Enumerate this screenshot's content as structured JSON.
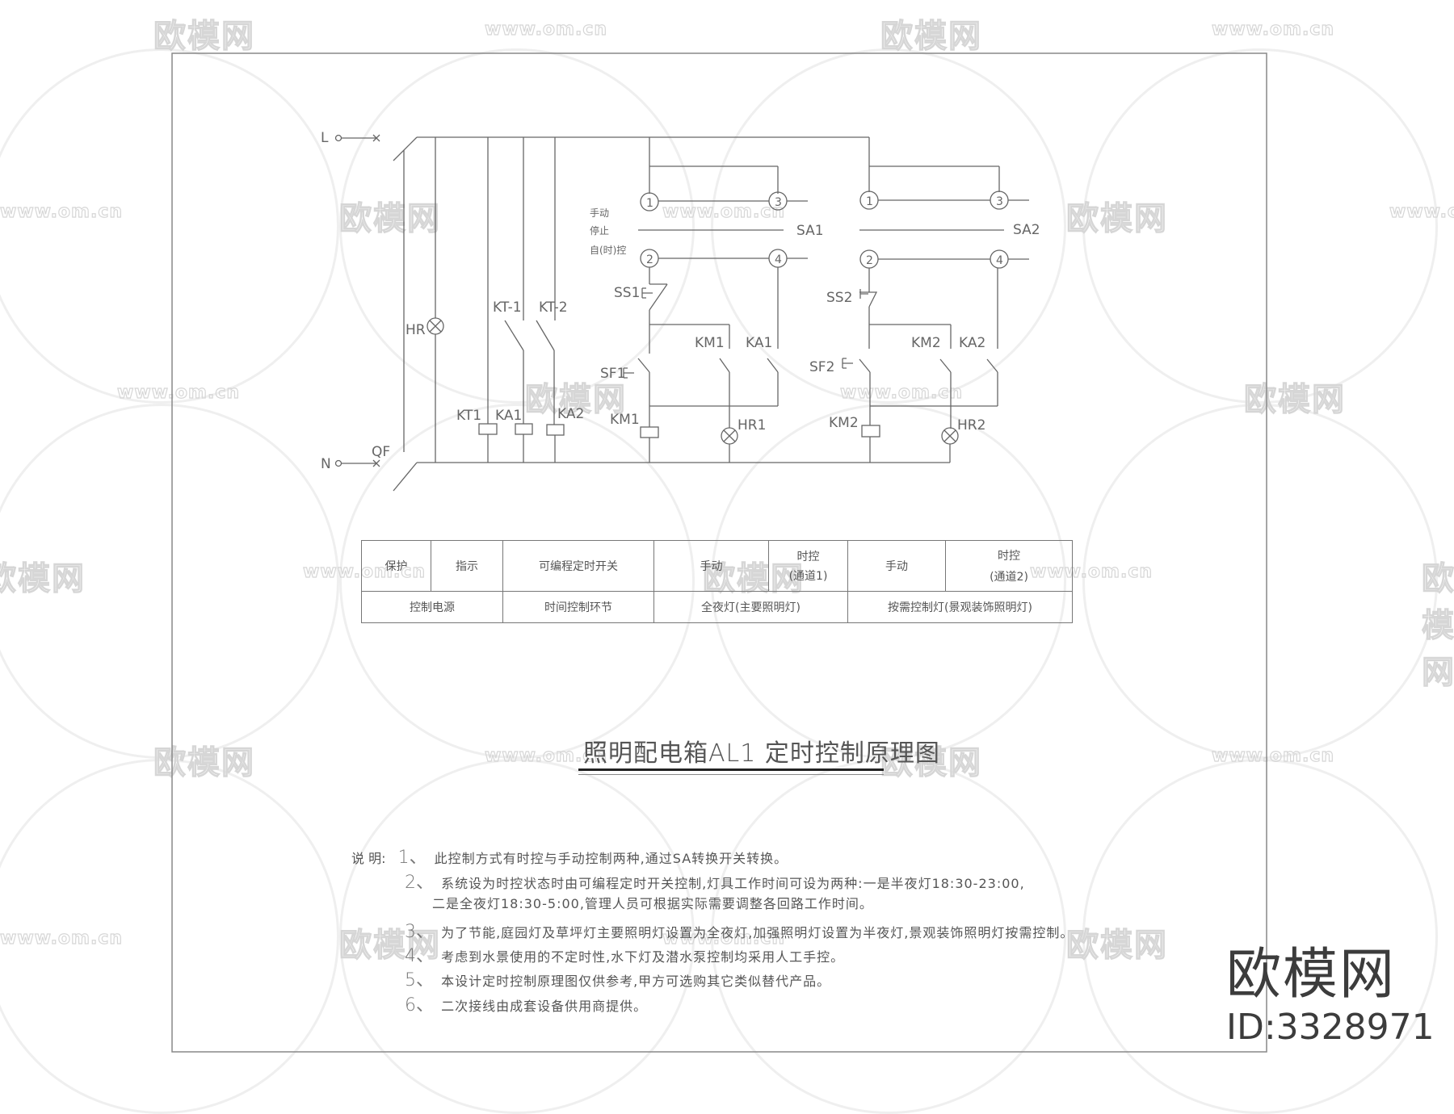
{
  "drawing": {
    "title": "照明配电箱AL1  定时控制原理图",
    "frame_color": "#888888",
    "line_color": "#555555"
  },
  "schematic": {
    "supply": {
      "line_label": "L",
      "neutral_label": "N",
      "breaker_label": "QF"
    },
    "indicator": {
      "label": "HR"
    },
    "timer_contacts": [
      "KT-1",
      "KT-2"
    ],
    "coils_left": [
      "KT1",
      "KA1",
      "KA2"
    ],
    "channel1": {
      "selector_label": "SA1",
      "terminals": [
        "1",
        "2",
        "3",
        "4"
      ],
      "mode_labels": [
        "手动",
        "停止",
        "自(时)控"
      ],
      "stop_button": "SS1",
      "start_button": "SF1",
      "contacts": [
        "KM1",
        "KA1"
      ],
      "coil": "KM1",
      "lamp": "HR1"
    },
    "channel2": {
      "selector_label": "SA2",
      "terminals": [
        "1",
        "2",
        "3",
        "4"
      ],
      "stop_button": "SS2",
      "start_button": "SF2",
      "contacts": [
        "KM2",
        "KA2"
      ],
      "coil": "KM2",
      "lamp": "HR2"
    }
  },
  "legend_table": {
    "top_row": [
      "保护",
      "指示",
      "可编程定时开关",
      "手动",
      "时控",
      "(通道1)",
      "手动",
      "时控",
      "(通道2)"
    ],
    "bottom_row": [
      "控制电源",
      "时间控制环节",
      "全夜灯(主要照明灯)",
      "按需控制灯(景观装饰照明灯)"
    ]
  },
  "notes": {
    "heading": "说 明:",
    "items": [
      {
        "num": "1、",
        "text": "此控制方式有时控与手动控制两种,通过SA转换开关转换。"
      },
      {
        "num": "2、",
        "text": "系统设为时控状态时由可编程定时开关控制,灯具工作时间可设为两种:一是半夜灯18:30-23:00,"
      },
      {
        "num": "",
        "text": "二是全夜灯18:30-5:00,管理人员可根据实际需要调整各回路工作时间。"
      },
      {
        "num": "3、",
        "text": "为了节能,庭园灯及草坪灯主要照明灯设置为全夜灯,加强照明灯设置为半夜灯,景观装饰照明灯按需控制。"
      },
      {
        "num": "4、",
        "text": "考虑到水景使用的不定时性,水下灯及潜水泵控制均采用人工手控。"
      },
      {
        "num": "5、",
        "text": "本设计定时控制原理图仅供参考,甲方可选购其它类似替代产品。"
      },
      {
        "num": "6、",
        "text": "二次接线由成套设备供用商提供。"
      }
    ]
  },
  "watermark": {
    "logo_text": "欧模网",
    "url_text": "www.om.cn",
    "brand_name": "欧模网",
    "brand_id": "ID:3328971"
  }
}
